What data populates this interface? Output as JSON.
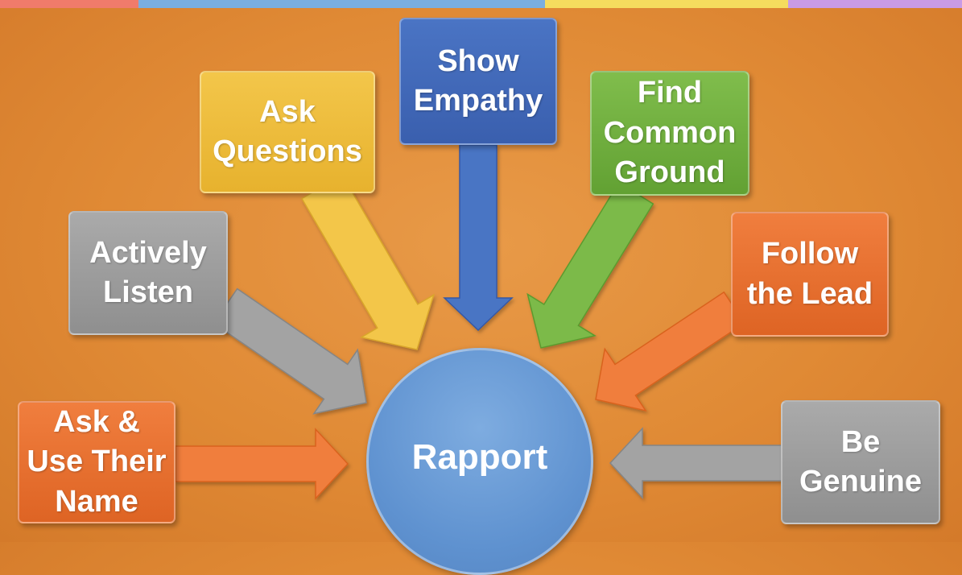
{
  "colors": {
    "background": "#e08a35",
    "top_stripes": [
      "#f07b6b",
      "#7aaee0",
      "#f5dc5e",
      "#c99be5"
    ],
    "yellow": "#f3c64a",
    "blue": "#4a74c4",
    "green": "#80bd4c",
    "gray": "#a3a3a3",
    "orange": "#f07e3e",
    "center": "#6b9bd8"
  },
  "center": {
    "label": "Rapport"
  },
  "nodes": [
    {
      "id": "ask-use-their-name",
      "lines": [
        "Ask &",
        "Use Their",
        "Name"
      ],
      "color": "orange"
    },
    {
      "id": "actively-listen",
      "lines": [
        "Actively",
        "Listen"
      ],
      "color": "gray"
    },
    {
      "id": "ask-questions",
      "lines": [
        "Ask",
        "Questions"
      ],
      "color": "yellow"
    },
    {
      "id": "show-empathy",
      "lines": [
        "Show",
        "Empathy"
      ],
      "color": "blue"
    },
    {
      "id": "find-common-ground",
      "lines": [
        "Find",
        "Common",
        "Ground"
      ],
      "color": "green"
    },
    {
      "id": "follow-the-lead",
      "lines": [
        "Follow",
        "the Lead"
      ],
      "color": "orange"
    },
    {
      "id": "be-genuine",
      "lines": [
        "Be",
        "Genuine"
      ],
      "color": "gray"
    }
  ]
}
